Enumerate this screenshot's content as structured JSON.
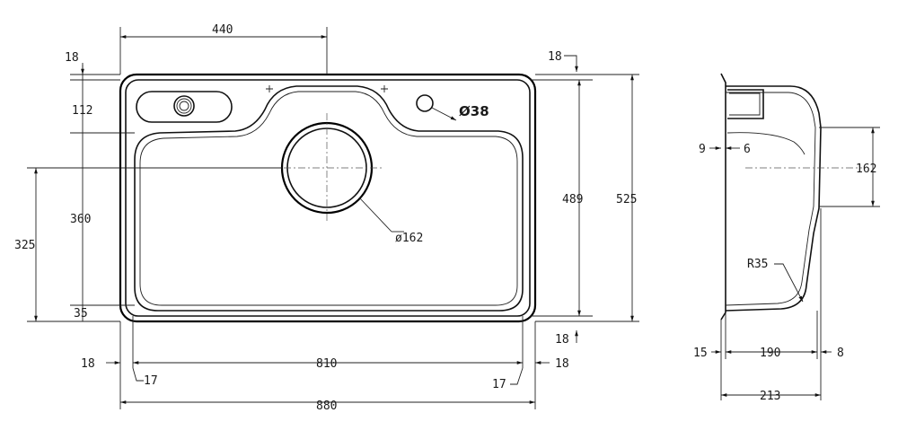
{
  "top_view": {
    "dims": {
      "top_width": "440",
      "deck_thickness_left": "18",
      "deck_thickness_right": "18",
      "deck_depth": "112",
      "tap_hole": "Ø38",
      "bowl_depth": "360",
      "outlet_offset": "325",
      "bottom_margin": "35",
      "inner_height": "489",
      "outer_height": "525",
      "bottom_thickness": "18",
      "drain": "ø162",
      "left_wall": "18",
      "left_flange": "17",
      "inner_width": "810",
      "right_flange": "17",
      "right_wall": "18",
      "overall_width": "880"
    }
  },
  "side_view": {
    "dims": {
      "rim_left": "9",
      "rim_right": "6",
      "outlet_dia": "162",
      "radius": "R35",
      "flange": "15",
      "bowl_width": "190",
      "wall": "8",
      "total_depth": "213"
    }
  }
}
